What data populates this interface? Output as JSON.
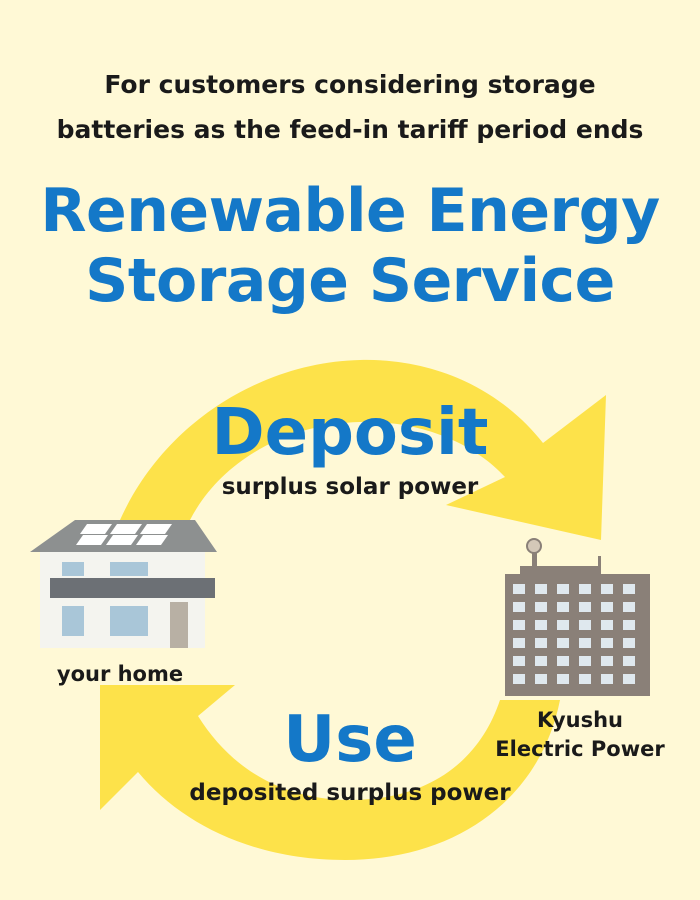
{
  "header": {
    "intro_line1": "For customers considering storage",
    "intro_line2": "batteries as the feed-in tariff period ends",
    "title_line1": "Renewable Energy",
    "title_line2": "Storage Service"
  },
  "cycle": {
    "deposit": {
      "heading": "Deposit",
      "caption": "surplus solar power"
    },
    "use": {
      "heading": "Use",
      "caption": "deposited surplus power"
    }
  },
  "nodes": {
    "home_label": "your home",
    "utility_label_line1": "Kyushu",
    "utility_label_line2": "Electric Power"
  },
  "colors": {
    "background": "#fff9d6",
    "accent_blue": "#1478c8",
    "arrow_yellow": "#fde24a",
    "text": "#1a1a1a"
  }
}
